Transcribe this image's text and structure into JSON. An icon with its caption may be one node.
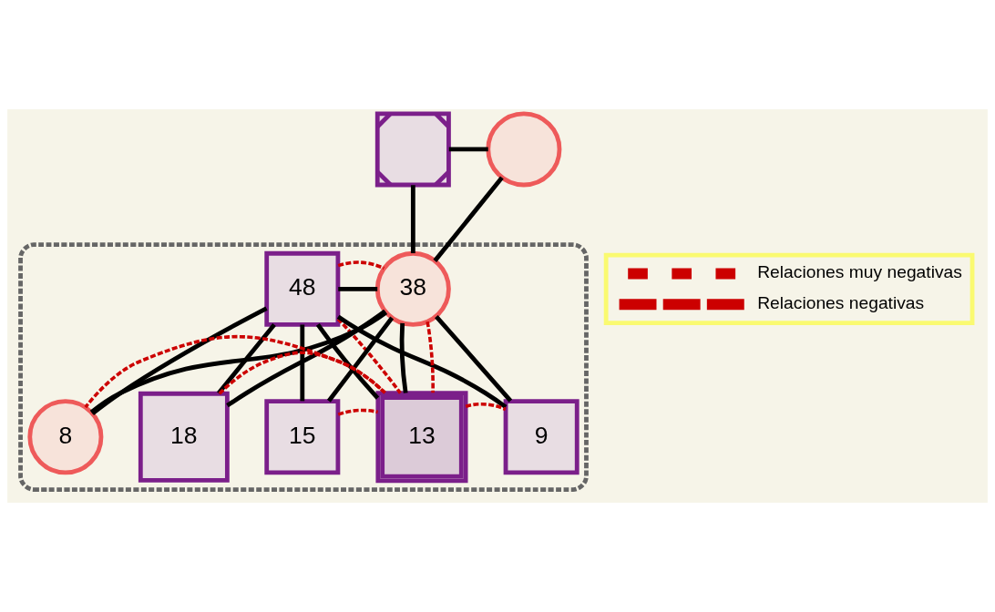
{
  "diagram": {
    "nodes": [
      {
        "text": [],
        "shape": "box"
      },
      {
        "text": [],
        "shape": "circle"
      },
      {
        "text": [],
        "shape": "cloud"
      },
      {
        "text": [
          "48"
        ],
        "in": 2
      },
      {
        "text": [
          "38"
        ],
        "in": 2
      },
      {
        "text": [
          "18"
        ],
        "in": 2
      },
      {
        "text": [
          "15"
        ],
        "in": 2
      },
      {
        "text": [
          "13"
        ],
        "in": 2
      },
      {
        "text": [
          "9"
        ],
        "in": 2
      },
      {
        "text": [
          "8"
        ],
        "in": 2
      }
    ],
    "edges": [
      {
        "from": 0,
        "to": 1,
        "arrow": "none"
      },
      {
        "from": 0,
        "to": 4,
        "arrow": "none"
      },
      {
        "from": 1,
        "to": 4,
        "arrow": "none"
      },
      {
        "from": 3,
        "to": 4,
        "arrow": "none"
      },
      {
        "from": 3,
        "to": 4,
        "arrow": "none",
        "style": "dashed",
        "color": "#cc0000"
      },
      {
        "from": 3,
        "to": 5,
        "arrow": "none"
      },
      {
        "from": 4,
        "to": 5,
        "arrow": "none"
      },
      {
        "from": 3,
        "to": 6,
        "arrow": "none"
      },
      {
        "from": 4,
        "to": 6,
        "arrow": "none"
      },
      {
        "from": 3,
        "to": 7,
        "arrow": "none"
      },
      {
        "from": 4,
        "to": 7,
        "arrow": "none"
      },
      {
        "from": 3,
        "to": 8,
        "arrow": "none"
      },
      {
        "from": 4,
        "to": 8,
        "arrow": "none"
      },
      {
        "from": 3,
        "to": 9,
        "arrow": "none"
      },
      {
        "from": 4,
        "to": 9,
        "arrow": "none"
      },
      {
        "from": 3,
        "to": 7,
        "arrow": "none",
        "style": "dashed",
        "color": "#cc0000"
      },
      {
        "from": 4,
        "to": 7,
        "arrow": "none",
        "style": "dashed",
        "color": "#cc0000"
      },
      {
        "from": 6,
        "to": 7,
        "arrow": "none",
        "style": "dashed",
        "color": "#cc0000"
      },
      {
        "from": 7,
        "to": 8,
        "arrow": "none",
        "style": "dashed",
        "color": "#cc0000"
      },
      {
        "from": 5,
        "to": 7,
        "arrow": "none",
        "style": "dashed",
        "color": "#cc0000"
      },
      {
        "from": 7,
        "to": 9,
        "arrow": "none",
        "style": "dashed",
        "color": "#cc0000"
      }
    ],
    "legend": [
      {
        "text": "Relaciones muy negativas"
      },
      {
        "text": "Relaciones negativas"
      }
    ]
  }
}
